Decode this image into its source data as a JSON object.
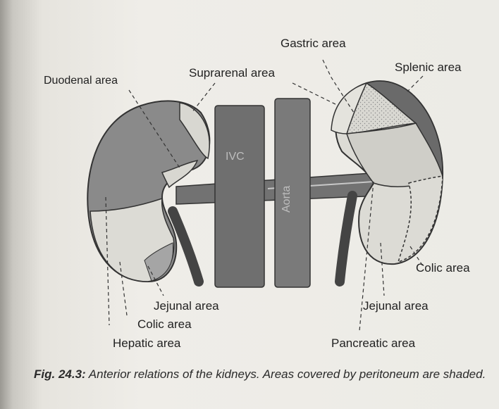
{
  "labels": {
    "gastric": "Gastric area",
    "suprarenal": "Suprarenal area",
    "splenic": "Splenic area",
    "duodenal": "Duodenal area",
    "colic_right": "Colic area",
    "jejunal_right": "Jejunal area",
    "jejunal_left": "Jejunal area",
    "colic_left": "Colic area",
    "hepatic": "Hepatic area",
    "pancreatic": "Pancreatic area"
  },
  "vessels": {
    "ivc": "IVC",
    "aorta": "Aorta"
  },
  "caption": {
    "fig_number": "Fig. 24.3:",
    "text": "Anterior relations of the kidneys. Areas covered by peritoneum are shaded."
  },
  "colors": {
    "peritoneum_shade": "#8f8f8f",
    "light_area": "#dcdcd6",
    "dark_area": "#5f5f5f",
    "vessel": "#6d6d6d"
  }
}
